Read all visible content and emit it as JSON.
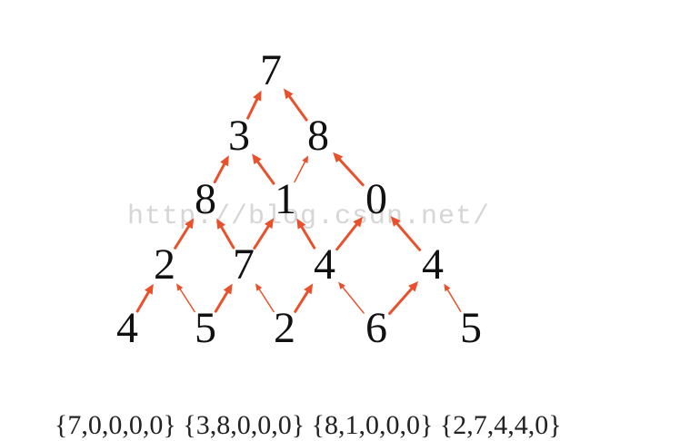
{
  "watermark": "http://blog.csdn.net/",
  "caption": "{7,0,0,0,0} {3,8,0,0,0} {8,1,0,0,0} {2,7,4,4,0}",
  "colors": {
    "arrow": "#e8512c",
    "text": "#111111",
    "watermark": "#d6d6d6"
  },
  "triangle": {
    "rows": [
      [
        7
      ],
      [
        3,
        8
      ],
      [
        8,
        1,
        0
      ],
      [
        2,
        7,
        4,
        4
      ],
      [
        4,
        5,
        2,
        6,
        5
      ]
    ]
  },
  "arrows": [
    {
      "from": [
        1,
        0
      ],
      "to": [
        0,
        0
      ],
      "style": "thick"
    },
    {
      "from": [
        1,
        1
      ],
      "to": [
        0,
        0
      ],
      "style": "thick"
    },
    {
      "from": [
        2,
        0
      ],
      "to": [
        1,
        0
      ],
      "style": "thick"
    },
    {
      "from": [
        2,
        1
      ],
      "to": [
        1,
        0
      ],
      "style": "thick"
    },
    {
      "from": [
        2,
        1
      ],
      "to": [
        1,
        1
      ],
      "style": "thin"
    },
    {
      "from": [
        2,
        2
      ],
      "to": [
        1,
        1
      ],
      "style": "thick"
    },
    {
      "from": [
        3,
        0
      ],
      "to": [
        2,
        0
      ],
      "style": "thick"
    },
    {
      "from": [
        3,
        1
      ],
      "to": [
        2,
        0
      ],
      "style": "thick"
    },
    {
      "from": [
        3,
        1
      ],
      "to": [
        2,
        1
      ],
      "style": "thick"
    },
    {
      "from": [
        3,
        2
      ],
      "to": [
        2,
        1
      ],
      "style": "thick"
    },
    {
      "from": [
        3,
        2
      ],
      "to": [
        2,
        2
      ],
      "style": "thick"
    },
    {
      "from": [
        3,
        3
      ],
      "to": [
        2,
        2
      ],
      "style": "thick"
    },
    {
      "from": [
        4,
        0
      ],
      "to": [
        3,
        0
      ],
      "style": "thick"
    },
    {
      "from": [
        4,
        1
      ],
      "to": [
        3,
        0
      ],
      "style": "thin"
    },
    {
      "from": [
        4,
        1
      ],
      "to": [
        3,
        1
      ],
      "style": "thick"
    },
    {
      "from": [
        4,
        2
      ],
      "to": [
        3,
        1
      ],
      "style": "thin"
    },
    {
      "from": [
        4,
        2
      ],
      "to": [
        3,
        2
      ],
      "style": "thick"
    },
    {
      "from": [
        4,
        3
      ],
      "to": [
        3,
        2
      ],
      "style": "thin"
    },
    {
      "from": [
        4,
        3
      ],
      "to": [
        3,
        3
      ],
      "style": "thick"
    },
    {
      "from": [
        4,
        4
      ],
      "to": [
        3,
        3
      ],
      "style": "thin"
    }
  ]
}
